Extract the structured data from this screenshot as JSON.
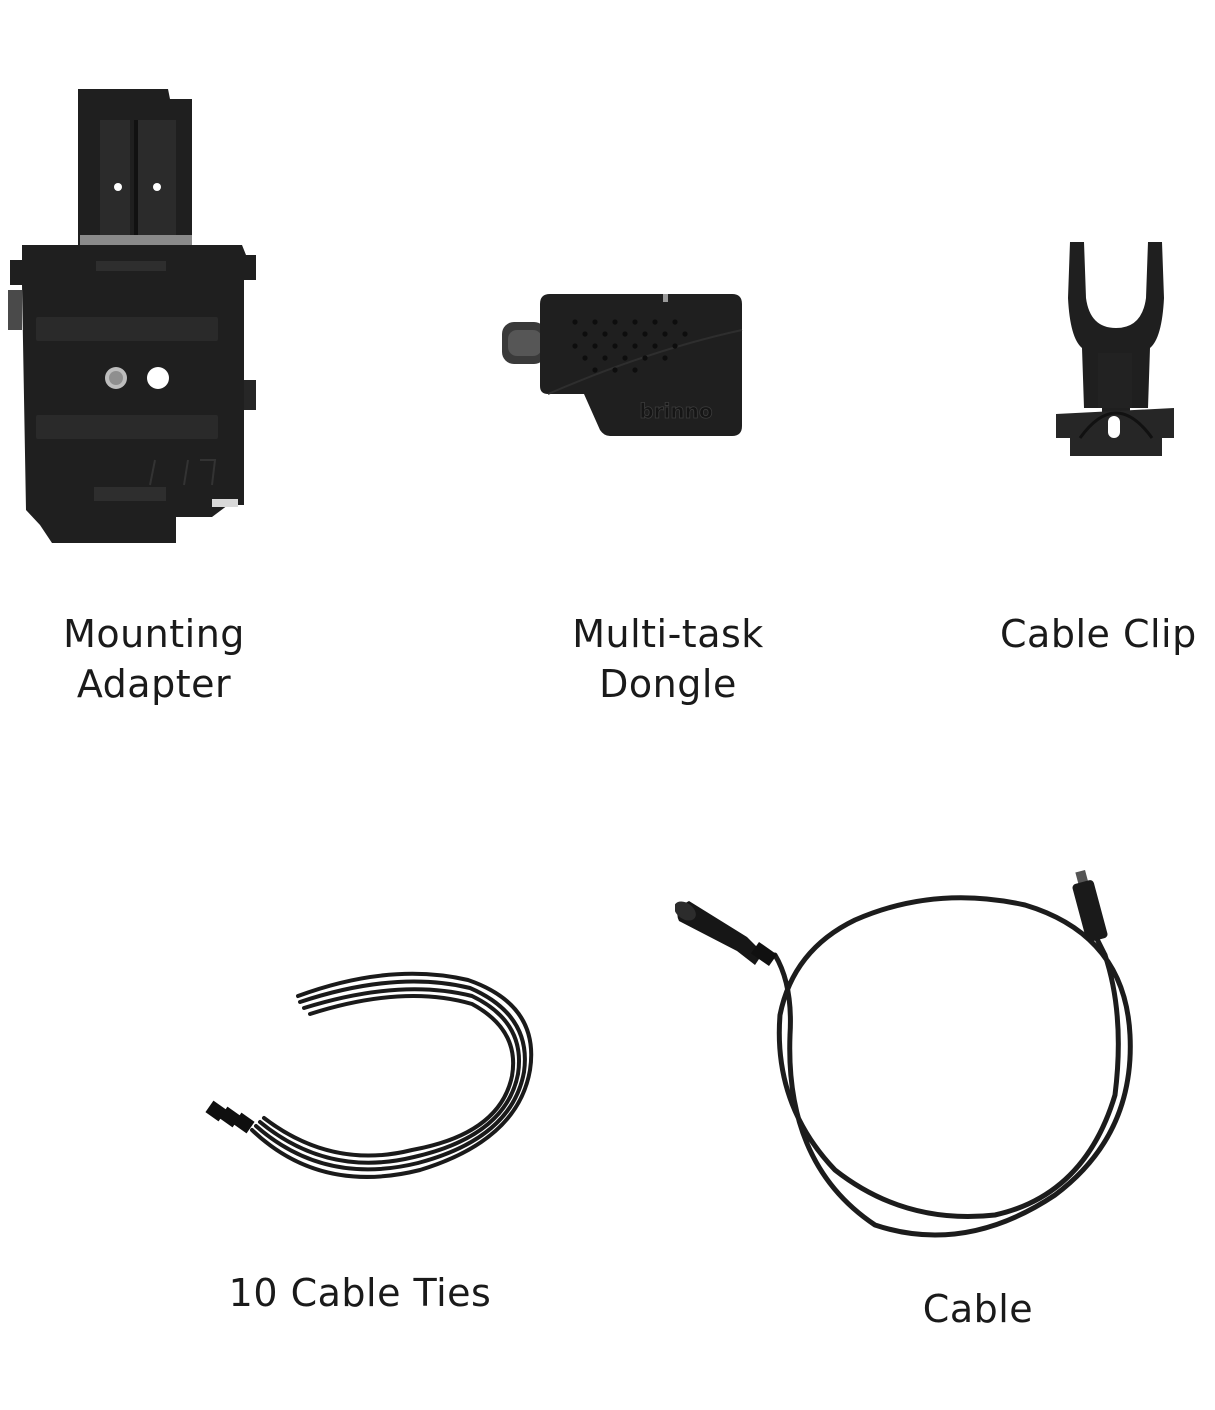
{
  "items": [
    {
      "name": "mounting-adapter",
      "label_lines": [
        "Mounting",
        "Adapter"
      ],
      "icon": "mounting-adapter-icon"
    },
    {
      "name": "multi-task-dongle",
      "label_lines": [
        "Multi-task",
        "Dongle"
      ],
      "icon": "dongle-icon",
      "brand_mark": "brinno"
    },
    {
      "name": "cable-clip",
      "label_lines": [
        "Cable Clip"
      ],
      "icon": "cable-clip-icon"
    },
    {
      "name": "cable-ties",
      "label_lines": [
        "10 Cable Ties"
      ],
      "icon": "cable-ties-icon"
    },
    {
      "name": "cable",
      "label_lines": [
        "Cable"
      ],
      "icon": "cable-icon"
    }
  ],
  "colors": {
    "product_body": "#1f1f1f",
    "product_shadow": "#0e0e0e",
    "product_highlight": "#3a3a3a",
    "label_text": "#1a1a1a",
    "background": "#ffffff"
  }
}
